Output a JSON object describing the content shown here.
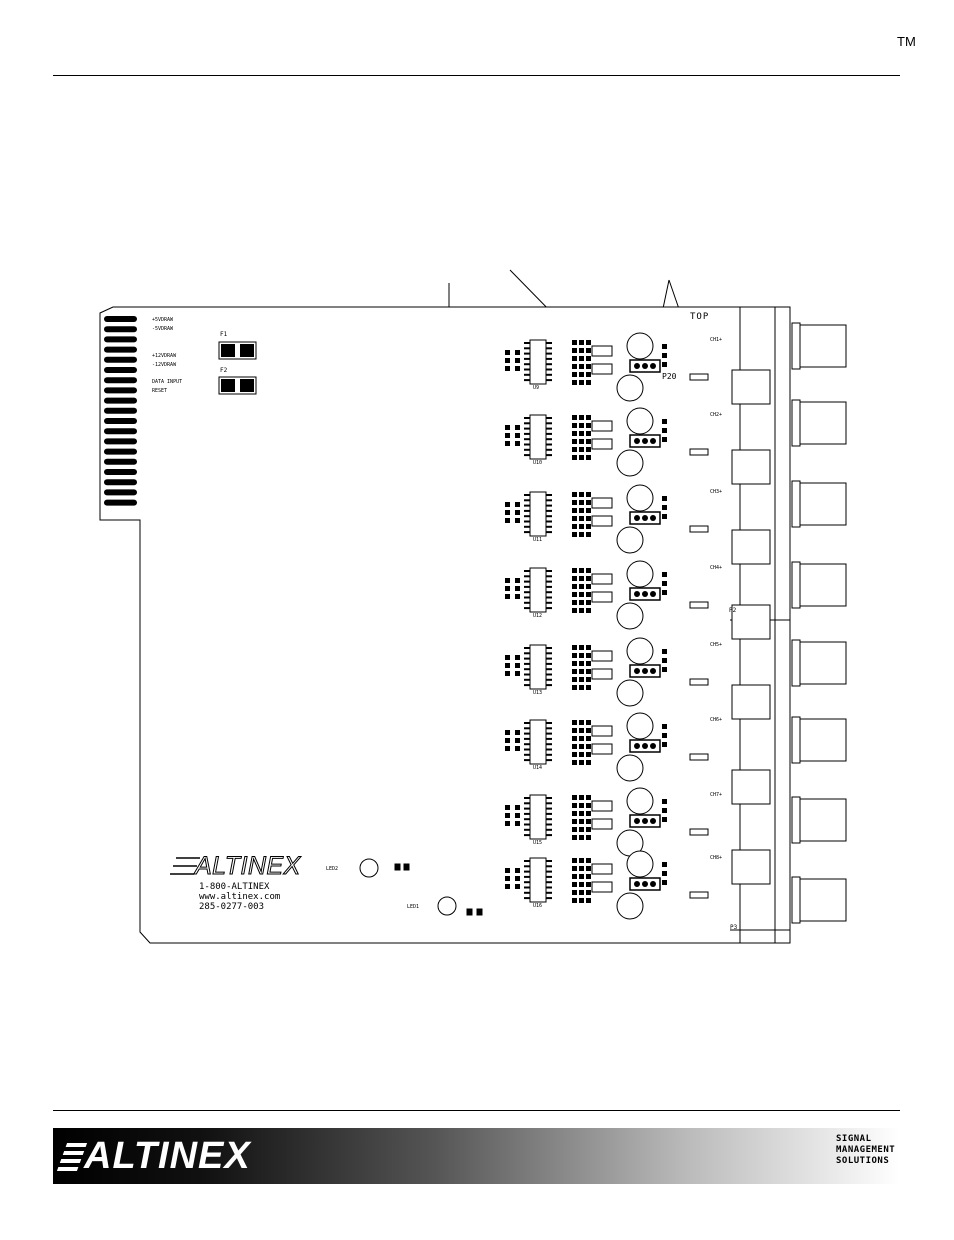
{
  "header": {
    "tm": "TM"
  },
  "board": {
    "top_label": "TOP",
    "edge_labels": [
      "+5VDRAW",
      "-5VDRAW",
      "+12VDRAW",
      "-12VDRAW",
      "DATA INPUT",
      "RESET"
    ],
    "fuses": [
      "F1",
      "F2"
    ],
    "channel_labels": [
      "CH1+",
      "CH2+",
      "CH3+",
      "CH4+",
      "CH5+",
      "CH6+",
      "CH7+",
      "CH8+"
    ],
    "ic_labels": [
      "U9",
      "U10",
      "U11",
      "U12",
      "U13",
      "U14",
      "U15",
      "U16"
    ],
    "p_labels": [
      "P20",
      "P2",
      "P3"
    ],
    "logo": "ALTINEX",
    "phone": "1-800-ALTINEX",
    "web": "www.altinex.com",
    "part": "285-0277-003",
    "led_labels": [
      "LED2",
      "LED1"
    ]
  },
  "footer": {
    "logo": "ALTINEX",
    "badge": [
      "SIGNAL",
      "MANAGEMENT",
      "SOLUTIONS"
    ]
  }
}
